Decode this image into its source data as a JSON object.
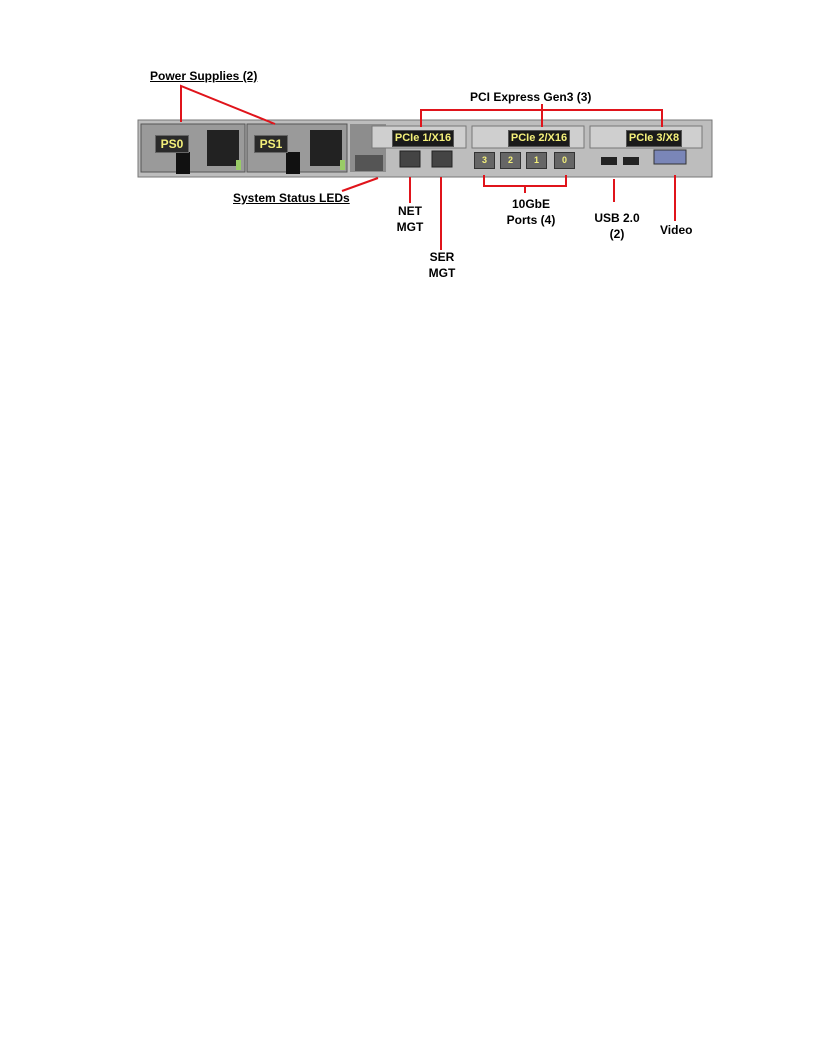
{
  "labels": {
    "power_supplies": "Power Supplies (2)",
    "pci_express": "PCI Express Gen3 (3)",
    "system_status_leds": "System Status LEDs",
    "net_mgt_1": "NET",
    "net_mgt_2": "MGT",
    "ser_mgt_1": "SER",
    "ser_mgt_2": "MGT",
    "tengbe_1": "10GbE",
    "tengbe_2": "Ports (4)",
    "usb_1": "USB 2.0",
    "usb_2": "(2)",
    "video": "Video"
  },
  "panel": {
    "ps0": "PS0",
    "ps1": "PS1",
    "pcie1": "PCIe 1/X16",
    "pcie2": "PCIe 2/X16",
    "pcie3": "PCIe 3/X8",
    "ports": [
      "3",
      "2",
      "1",
      "0"
    ]
  },
  "colors": {
    "callout": "#e0141b",
    "chassis": "#b8b8b8",
    "label_text": "#f4f07a"
  }
}
